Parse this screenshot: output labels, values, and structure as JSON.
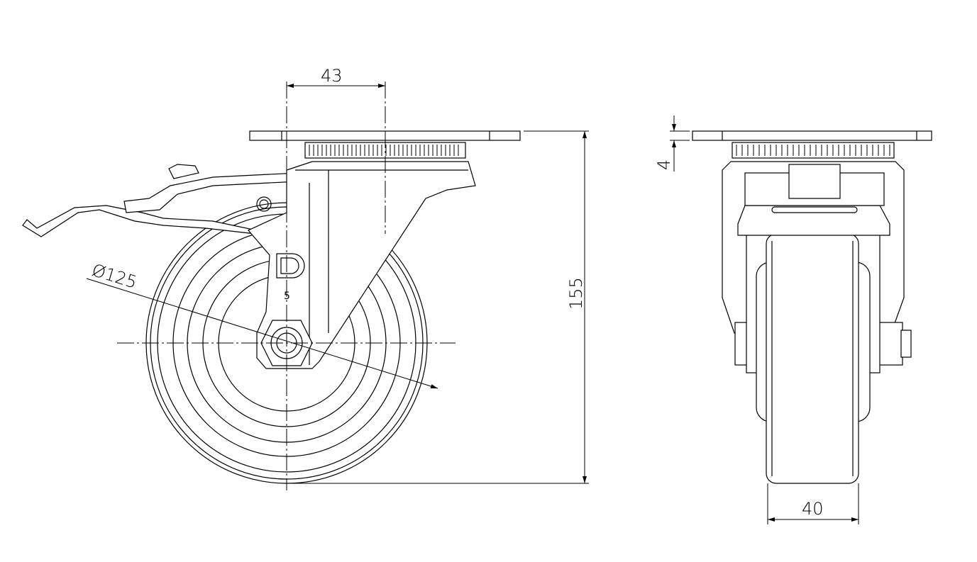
{
  "drawing": {
    "dimensions": {
      "offset": "43",
      "height": "155",
      "wheel_diameter": "Ø125",
      "plate_thickness": "4",
      "wheel_width": "40"
    },
    "marks": {
      "logo_letter": "D",
      "size_mark": "5"
    }
  }
}
